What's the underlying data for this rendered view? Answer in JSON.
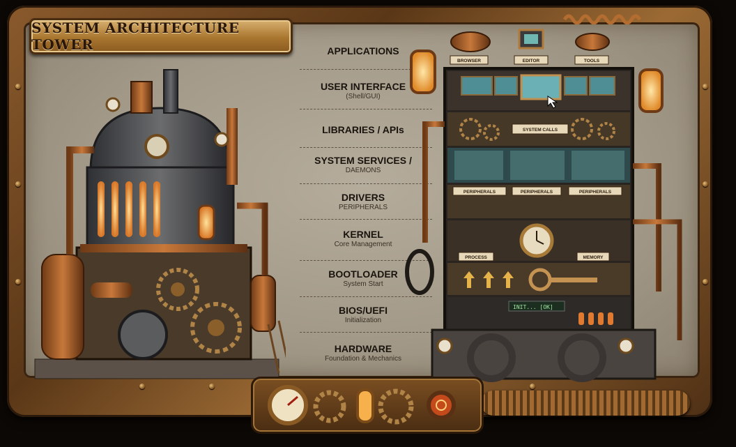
{
  "title": "SYSTEM ARCHITECTURE TOWER",
  "layers": [
    {
      "name": "APPLICATIONS",
      "sub": ""
    },
    {
      "name": "USER INTERFACE",
      "sub": "(Shell/GUI)"
    },
    {
      "name": "LIBRARIES / APIs",
      "sub": ""
    },
    {
      "name": "SYSTEM SERVICES /",
      "sub": "DAEMONS"
    },
    {
      "name": "DRIVERS",
      "sub": "PERIPHERALS"
    },
    {
      "name": "KERNEL",
      "sub": "Core Management"
    },
    {
      "name": "BOOTLOADER",
      "sub": "System Start"
    },
    {
      "name": "BIOS/UEFI",
      "sub": "Initialization"
    },
    {
      "name": "HARDWARE",
      "sub": "Foundation & Mechanics"
    }
  ],
  "tower_tags": {
    "app_tags": [
      "BROWSER",
      "EDITOR",
      "TOOLS"
    ],
    "libraries": "SYSTEM CALLS",
    "drivers": [
      "PERIPHERALS",
      "PERIPHERALS",
      "PERIPHERALS"
    ],
    "kernel_left": "PROCESS",
    "kernel_right": "MEMORY",
    "bios_screen": "INIT... [OK]"
  },
  "colors": {
    "brass": "#a9762f",
    "copper": "#b5652b",
    "panel": "#a39a89",
    "glow": "#ffb347"
  }
}
